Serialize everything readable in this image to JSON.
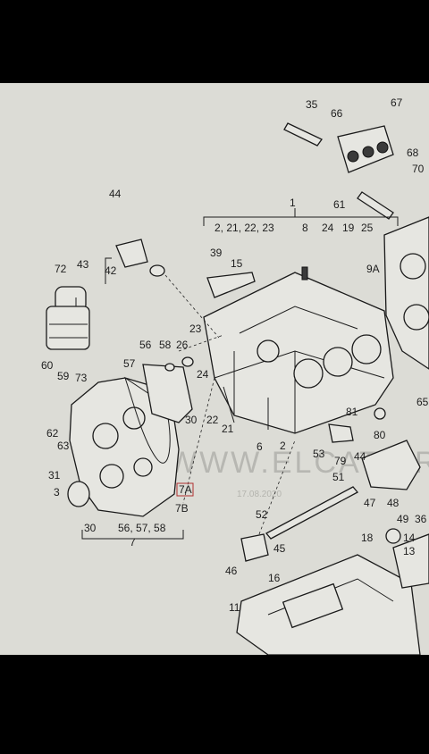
{
  "diagram": {
    "labels_top": [
      "35",
      "66",
      "67",
      "68",
      "70",
      "61",
      "1",
      "2, 21, 22, 23",
      "8",
      "24",
      "19",
      "25",
      "9A"
    ],
    "labels_left": [
      "44",
      "43",
      "42",
      "72",
      "39",
      "15",
      "60",
      "59",
      "73",
      "62",
      "63",
      "31",
      "3",
      "56",
      "58",
      "26",
      "57",
      "23",
      "24",
      "30",
      "22",
      "21",
      "7A",
      "7B"
    ],
    "labels_bottom": [
      "30",
      "56, 57, 58",
      "7",
      "52",
      "45",
      "46",
      "16",
      "11",
      "6",
      "2",
      "53",
      "79",
      "44",
      "81",
      "80",
      "51",
      "47",
      "48",
      "49",
      "36",
      "18",
      "14",
      "13",
      "65"
    ],
    "watermark": "WWW.ELCATS.RU",
    "date": "17.08.2020"
  }
}
